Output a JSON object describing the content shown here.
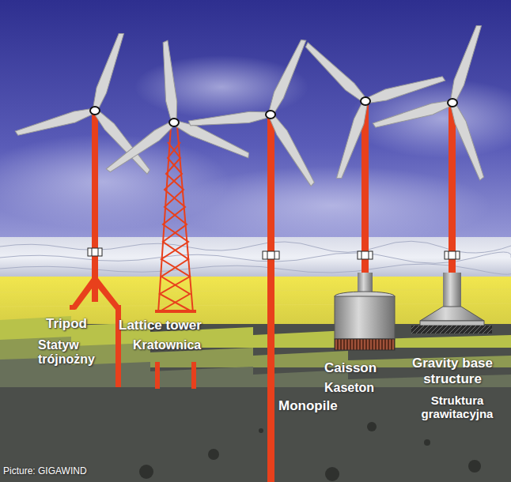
{
  "diagram": {
    "labels": [
      "Tripod",
      "Statyw trójnożny",
      "Lattice tower",
      "Kratownica",
      "Monopile",
      "Caisson",
      "Kaseton",
      "Gravity base structure",
      "Struktura grawitacyjna",
      "Picture: GIGAWIND"
    ]
  }
}
